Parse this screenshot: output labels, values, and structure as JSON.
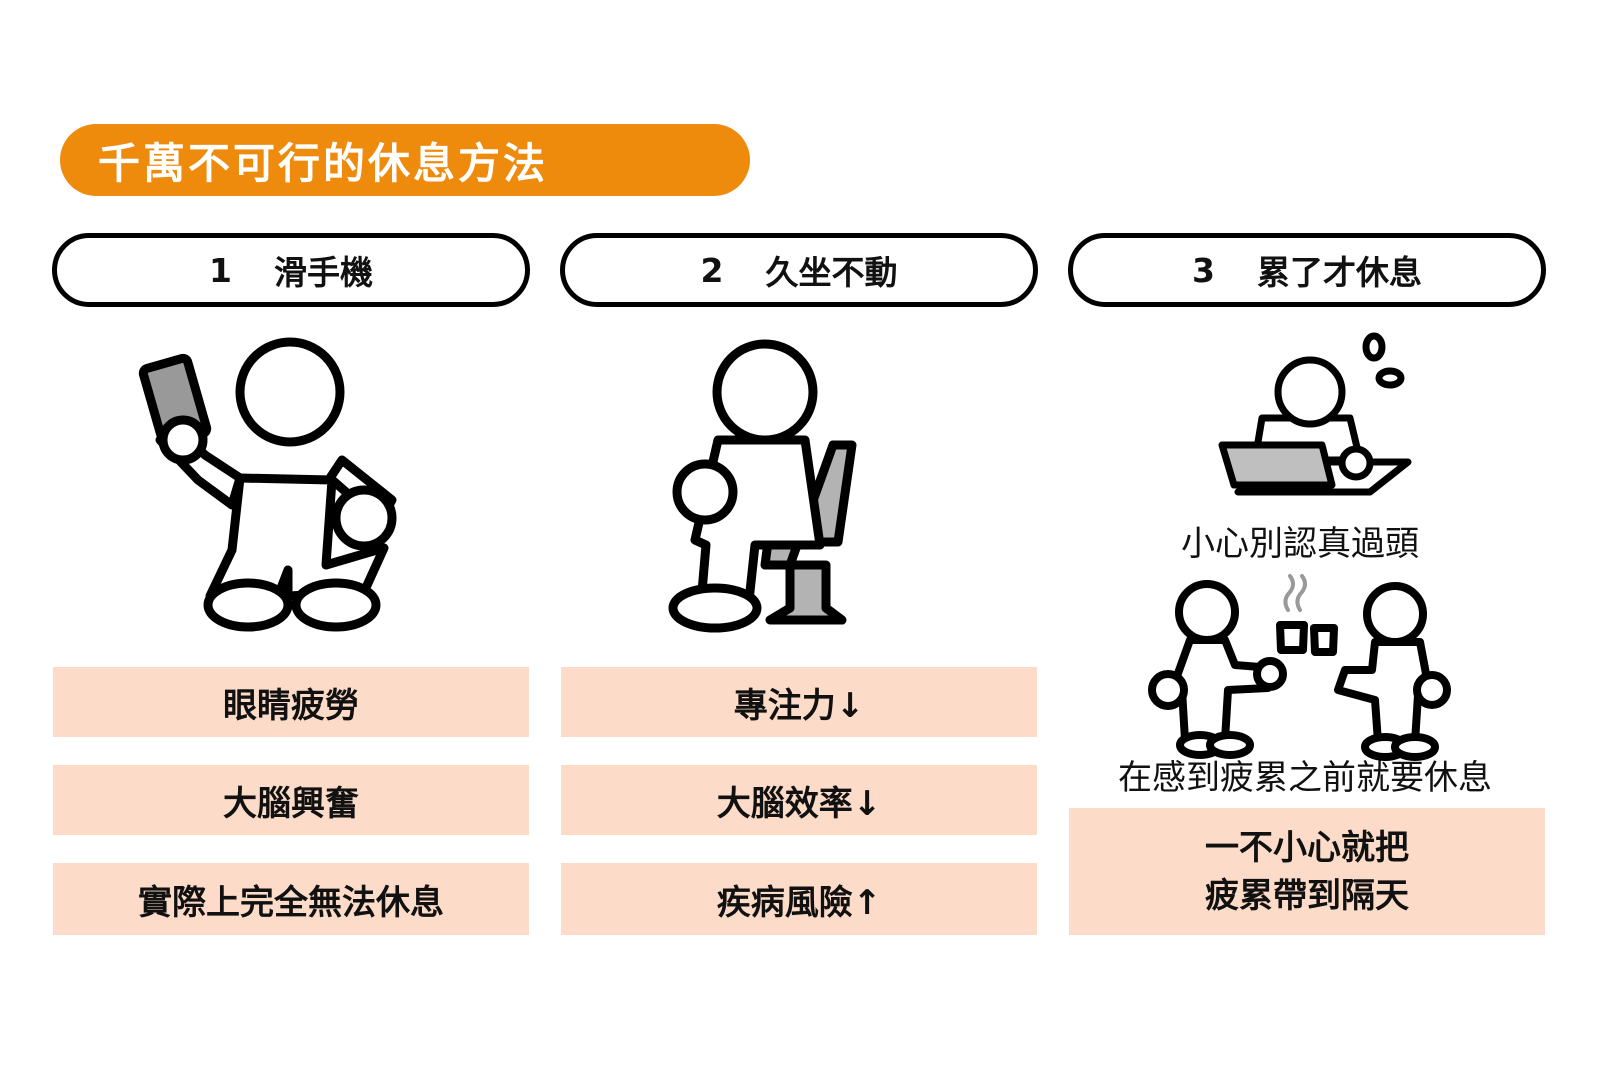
{
  "title": "千萬不可行的休息方法",
  "columns": [
    {
      "number": "1",
      "label": "滑手機",
      "effects": [
        "眼睛疲勞",
        "大腦興奮",
        "實際上完全無法休息"
      ]
    },
    {
      "number": "2",
      "label": "久坐不動",
      "effects": [
        "專注力↓",
        "大腦效率↓",
        "疾病風險↑"
      ]
    },
    {
      "number": "3",
      "label": "累了才休息",
      "caption_top": "小心別認真過頭",
      "caption_bottom": "在感到疲累之前就要休息",
      "effect_lines": [
        "一不小心就把",
        "疲累帶到隔天"
      ]
    }
  ],
  "colors": {
    "accent": "#ee8a0c",
    "box_fill": "#fcdcc8",
    "outline": "#000000",
    "gray": "#b3b3b3"
  },
  "illustrations": [
    "person-with-phone-icon",
    "person-sitting-icon",
    "person-at-laptop-icon",
    "two-people-coffee-break-icon"
  ]
}
